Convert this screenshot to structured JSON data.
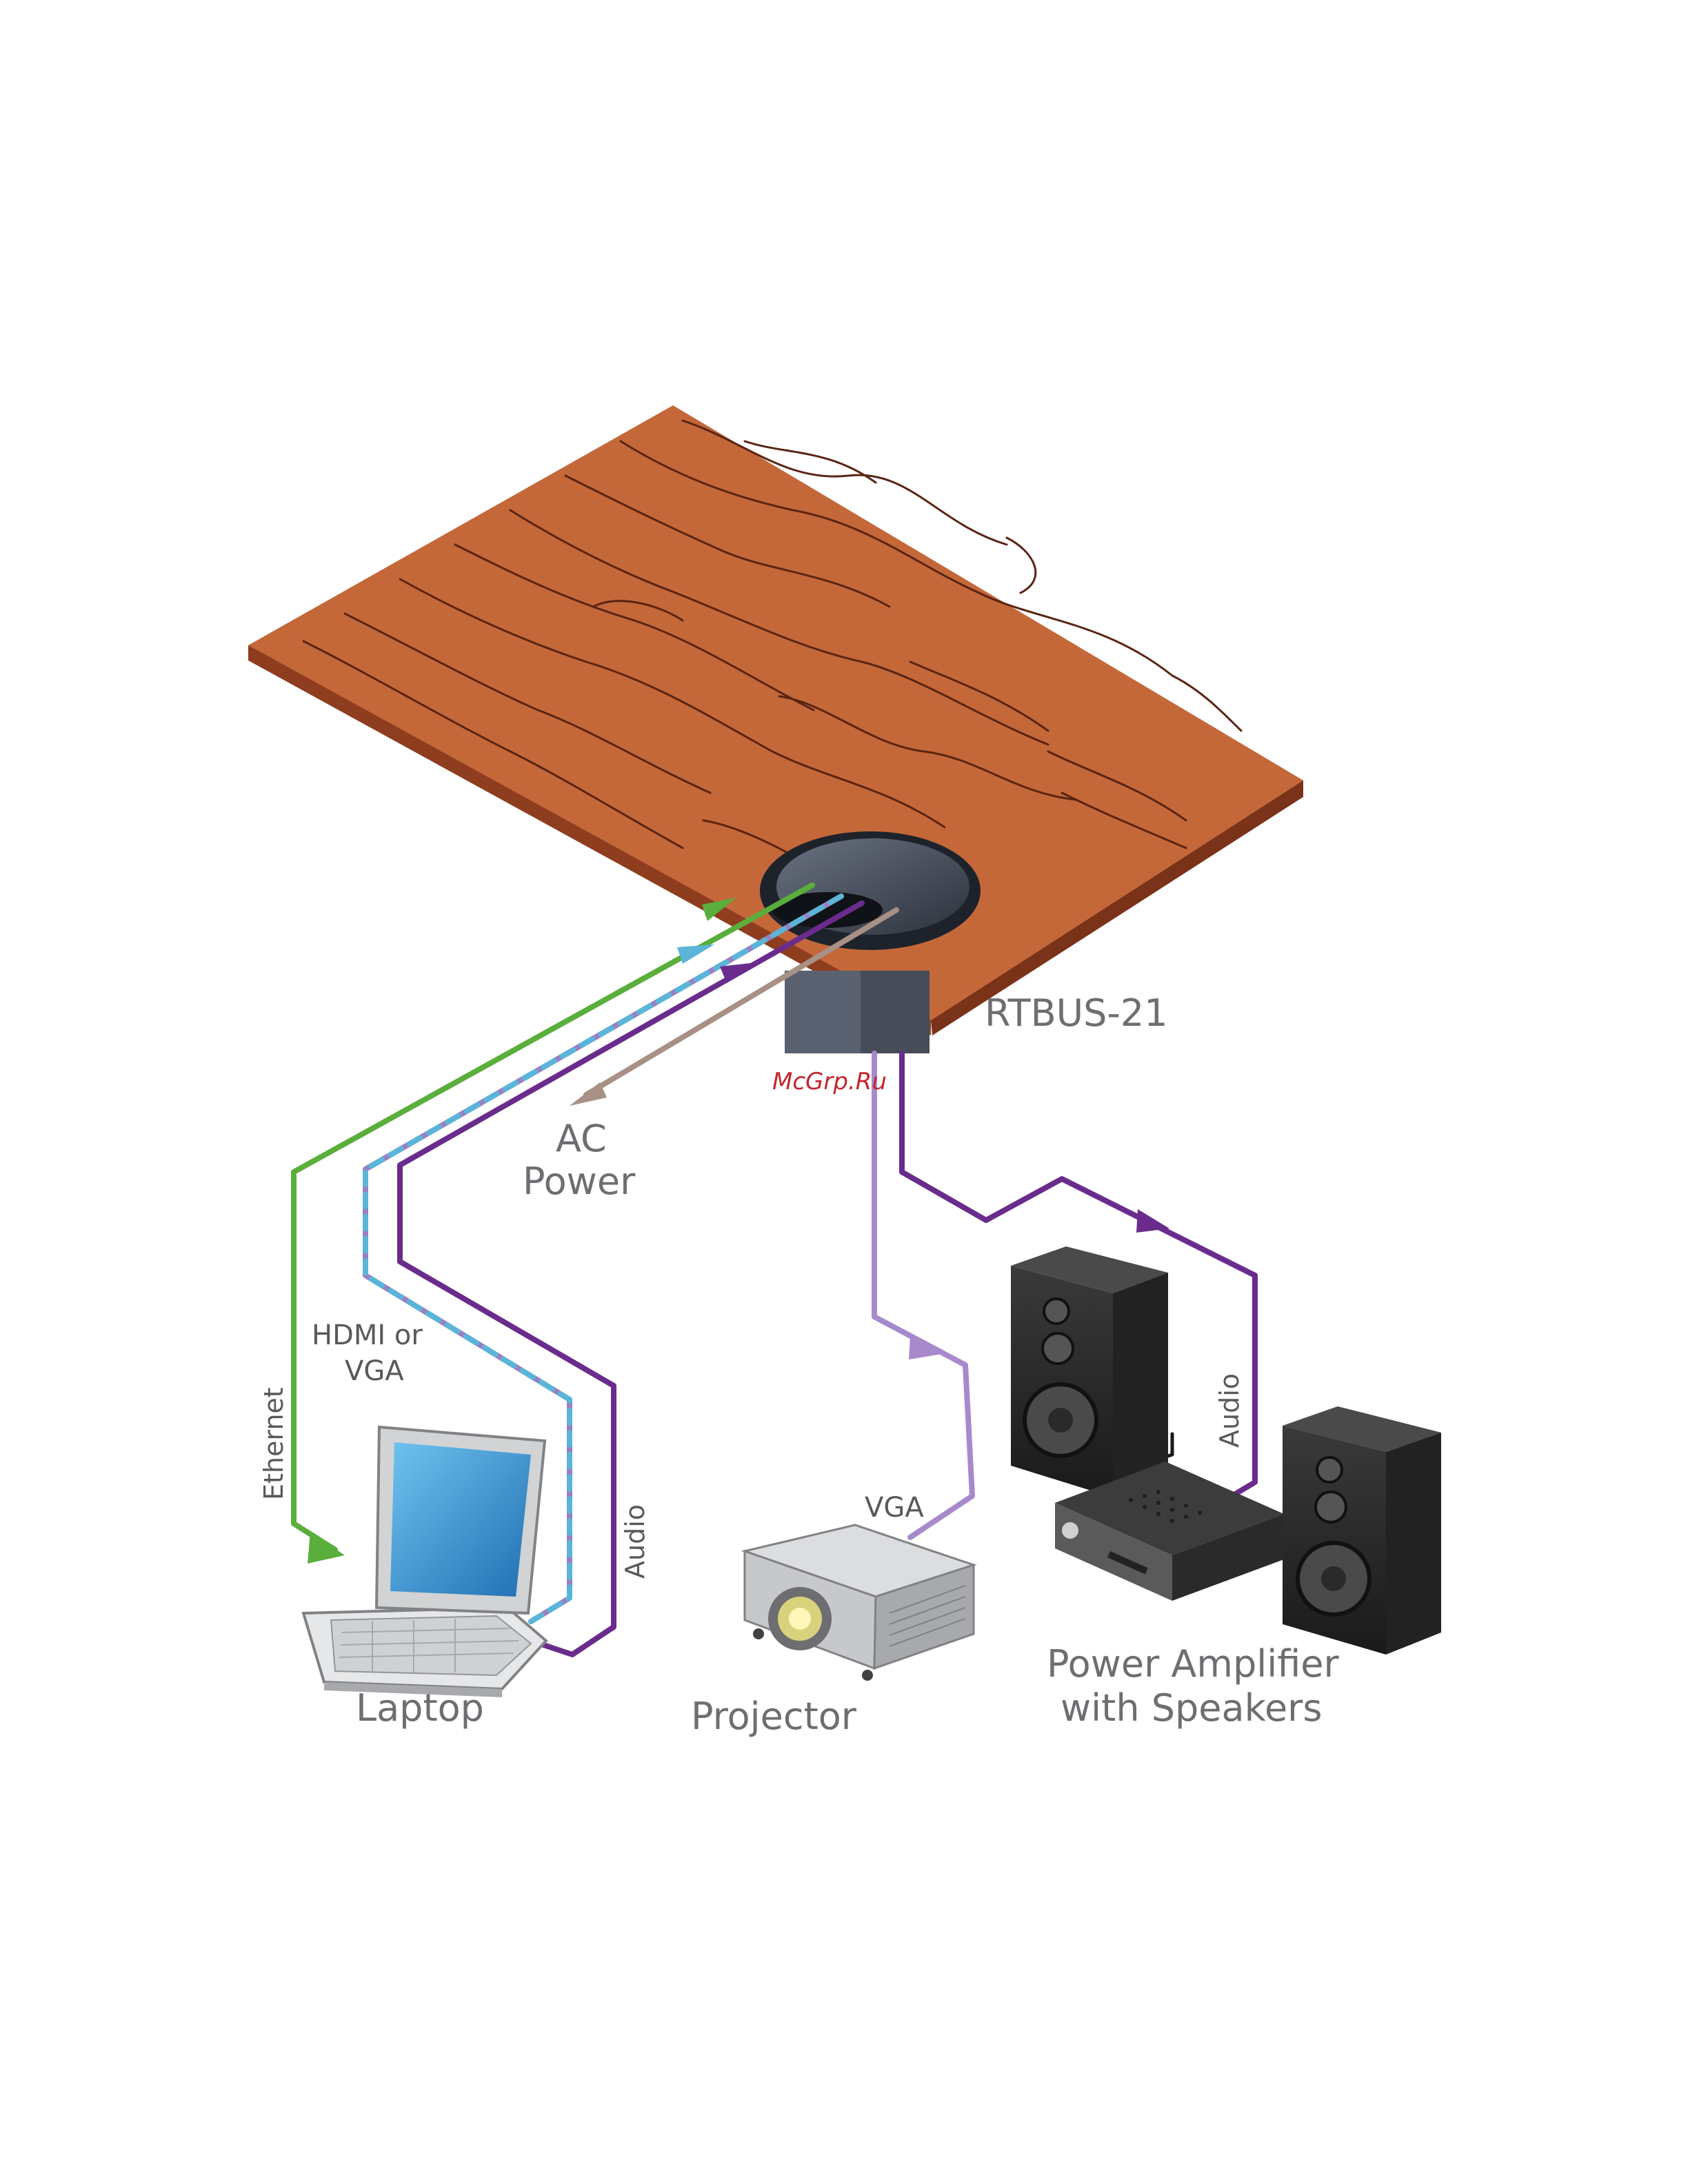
{
  "title": "",
  "device": {
    "name": "RTBUS-21"
  },
  "watermark": "McGrp.Ru",
  "labels": {
    "ac_power_line1": "AC",
    "ac_power_line2": "Power",
    "ethernet": "Ethernet",
    "hdmi_line1": "HDMI or",
    "hdmi_line2": "VGA",
    "audio_laptop": "Audio",
    "vga_projector": "VGA",
    "audio_amp": "Audio"
  },
  "devices": {
    "laptop": "Laptop",
    "projector": "Projector",
    "amp_line1": "Power Amplifier",
    "amp_line2": "with Speakers"
  },
  "colors": {
    "ethernet": "#5aae3c",
    "hdmi_stripe": "#5bb5d9",
    "hdmi_base": "#9b7fc0",
    "audio": "#6a2c8c",
    "vga": "#a889cc",
    "ac_power": "#a89085",
    "table_top": "#c4683a",
    "table_edge": "#8e3d1f",
    "wood_grain": "#5a2412"
  }
}
